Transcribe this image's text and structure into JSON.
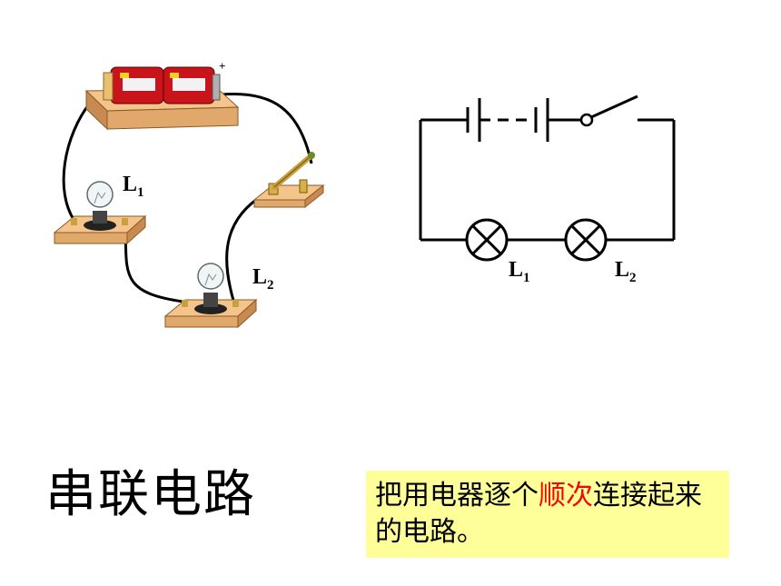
{
  "labels": {
    "photo_l1": "L",
    "photo_l1_sub": "1",
    "photo_l2": "L",
    "photo_l2_sub": "2",
    "schem_l1": "L",
    "schem_l1_sub": "1",
    "schem_l2": "L",
    "schem_l2_sub": "2",
    "battery_plus": "+"
  },
  "title": "串联电路",
  "definition": {
    "part1": "把用电器逐个",
    "highlight": "顺次",
    "part2": "连接起来的电路。"
  },
  "colors": {
    "highlight": "#ff0000",
    "box_bg": "#ffff99",
    "board": "#f4c48a",
    "battery": "#c8141a"
  }
}
